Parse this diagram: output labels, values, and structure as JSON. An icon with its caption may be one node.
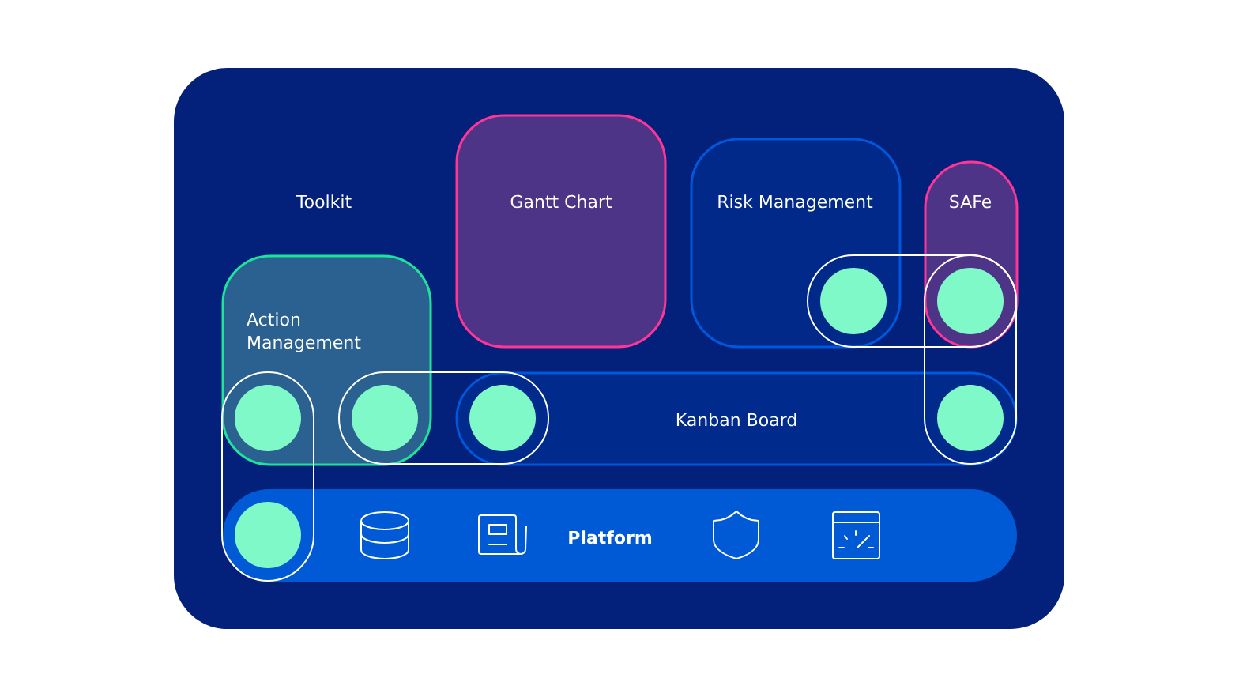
{
  "diagram": {
    "nodes": [
      {
        "text": [
          "Toolkit"
        ]
      },
      {
        "text": [
          "Gantt Chart"
        ],
        "in": 0
      },
      {
        "text": [
          "Risk Management"
        ],
        "in": 0
      },
      {
        "text": [
          "SAFe"
        ],
        "in": 0
      },
      {
        "text": [
          "Action Management"
        ],
        "in": 0
      },
      {
        "text": [
          "Kanban Board"
        ],
        "in": 0
      },
      {
        "text": [
          "Platform"
        ],
        "in": 0
      },
      {
        "text": [],
        "shape": "circle",
        "in": 2
      },
      {
        "text": [],
        "shape": "circle",
        "in": 3
      },
      {
        "text": [],
        "shape": "circle",
        "in": 4
      },
      {
        "text": [],
        "shape": "circle",
        "in": 4
      },
      {
        "text": [],
        "shape": "circle",
        "in": 5
      },
      {
        "text": [],
        "shape": "circle",
        "in": 5
      },
      {
        "text": [],
        "shape": "circle",
        "in": 6
      }
    ],
    "edges": [
      {
        "from": 7,
        "to": 8,
        "arrow": "none"
      },
      {
        "from": 8,
        "to": 12,
        "arrow": "none"
      },
      {
        "from": 10,
        "to": 11,
        "arrow": "none"
      },
      {
        "from": 9,
        "to": 13,
        "arrow": "none"
      }
    ]
  }
}
